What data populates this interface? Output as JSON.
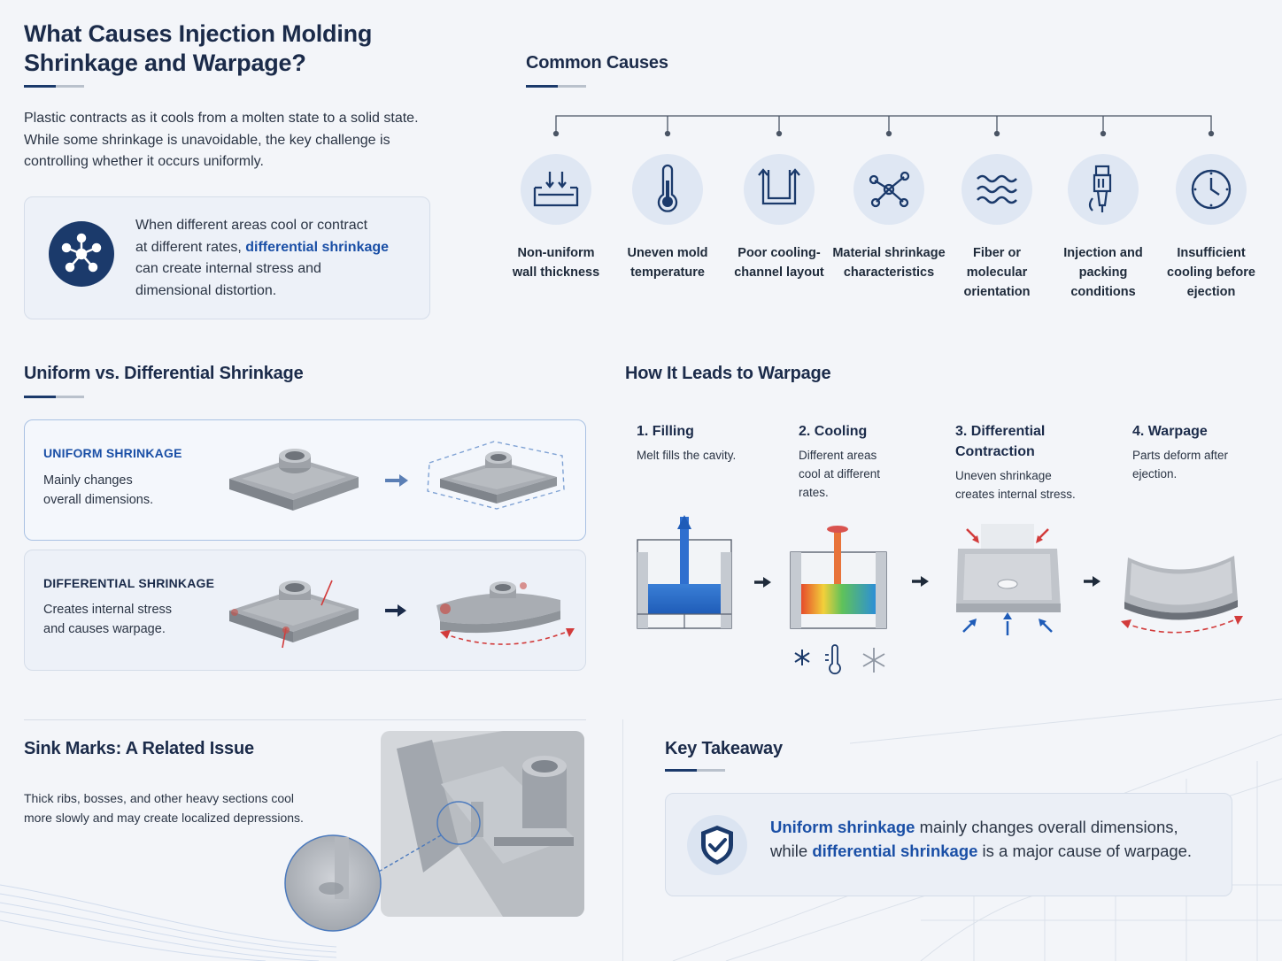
{
  "header": {
    "title_line1": "What Causes Injection Molding",
    "title_line2": "Shrinkage and Warpage?",
    "intro_line1": "Plastic contracts as it cools from a molten state to a solid state.",
    "intro_line2": "While some shrinkage is unavoidable, the key challenge is",
    "intro_line3": "controlling whether it occurs uniformly."
  },
  "callout": {
    "line1": "When different areas cool or contract",
    "line2_pre": "at different rates, ",
    "line2_highlight": "differential shrinkage",
    "line3": "can create internal stress and",
    "line4": "dimensional distortion.",
    "icon": "network-node-icon"
  },
  "causes": {
    "title": "Common Causes",
    "items": [
      {
        "l1": "Non-uniform",
        "l2": "wall thickness",
        "l3": "",
        "icon": "wall-thickness-icon"
      },
      {
        "l1": "Uneven mold",
        "l2": "temperature",
        "l3": "",
        "icon": "thermometer-icon"
      },
      {
        "l1": "Poor cooling-",
        "l2": "channel layout",
        "l3": "",
        "icon": "cooling-channel-icon"
      },
      {
        "l1": "Material shrinkage",
        "l2": "characteristics",
        "l3": "",
        "icon": "molecule-icon"
      },
      {
        "l1": "Fiber or",
        "l2": "molecular",
        "l3": "orientation",
        "icon": "waves-icon"
      },
      {
        "l1": "Injection and",
        "l2": "packing",
        "l3": "conditions",
        "icon": "injection-nozzle-icon"
      },
      {
        "l1": "Insufficient",
        "l2": "cooling before",
        "l3": "ejection",
        "icon": "clock-icon"
      }
    ]
  },
  "comparison": {
    "title": "Uniform vs. Differential Shrinkage",
    "uniform": {
      "kicker": "UNIFORM SHRINKAGE",
      "l1": "Mainly changes",
      "l2": "overall dimensions."
    },
    "differential": {
      "kicker": "DIFFERENTIAL SHRINKAGE",
      "l1": "Creates internal stress",
      "l2": "and causes warpage."
    }
  },
  "warpage": {
    "title": "How It Leads to Warpage",
    "steps": [
      {
        "t1": "1. Filling",
        "t2": "",
        "d1": "Melt fills the cavity.",
        "d2": "",
        "d3": ""
      },
      {
        "t1": "2. Cooling",
        "t2": "",
        "d1": "Different areas",
        "d2": "cool at different",
        "d3": "rates."
      },
      {
        "t1": "3. Differential",
        "t2": "Contraction",
        "d1": "Uneven shrinkage",
        "d2": "creates internal stress.",
        "d3": ""
      },
      {
        "t1": "4. Warpage",
        "t2": "",
        "d1": "Parts deform after",
        "d2": "ejection.",
        "d3": ""
      }
    ]
  },
  "sink": {
    "title": "Sink Marks: A Related Issue",
    "l1": "Thick ribs, bosses, and other heavy sections cool",
    "l2": "more slowly and may create localized depressions."
  },
  "takeaway": {
    "title": "Key Takeaway",
    "hl1": "Uniform shrinkage",
    "rest1": " mainly changes overall dimensions,",
    "pre2": "while ",
    "hl2": "differential shrinkage",
    "rest2": " is a major cause of warpage.",
    "icon": "shield-check-icon"
  },
  "colors": {
    "navy": "#1b3a6b",
    "accent_blue": "#1a4fa6",
    "warning_red": "#d23b3b"
  }
}
